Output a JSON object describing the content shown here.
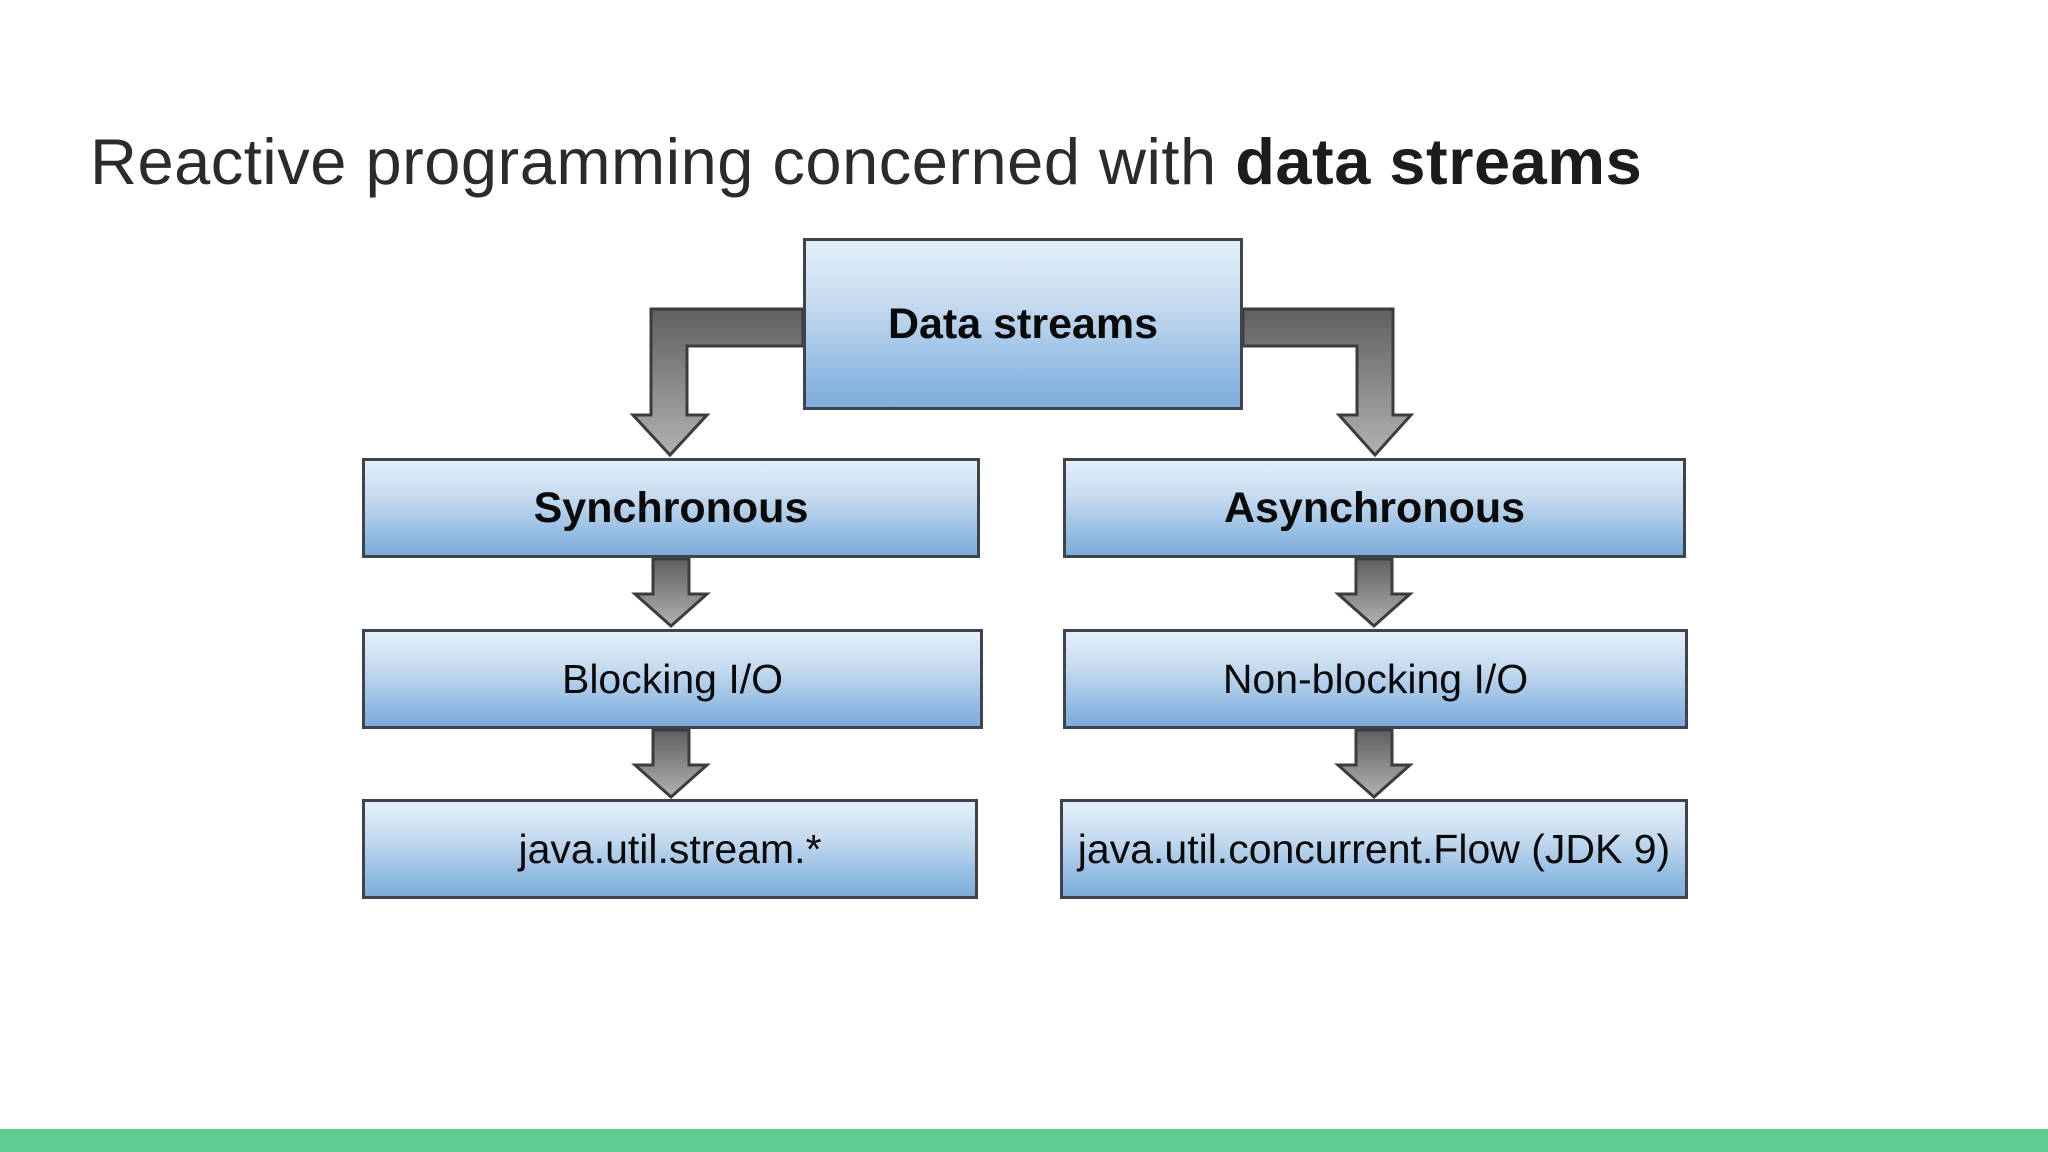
{
  "slide": {
    "title": {
      "regular": "Reactive programming concerned with ",
      "bold": "data streams"
    },
    "diagram": {
      "root": {
        "label": "Data streams"
      },
      "branches": [
        {
          "top": "Synchronous",
          "middle": "Blocking I/O",
          "bottom": "java.util.stream.*"
        },
        {
          "top": "Asynchronous",
          "middle": "Non-blocking I/O",
          "bottom": "java.util.concurrent.Flow (JDK 9)"
        }
      ]
    },
    "colors": {
      "box_gradient_top": "#e3f0fa",
      "box_gradient_bottom": "#7eacd9",
      "box_border": "#3e434c",
      "arrow_gradient_top": "#5f5f5f",
      "arrow_gradient_bottom": "#b2b2b2",
      "arrow_border": "#3c3c3c",
      "accent_green": "#5fcc91",
      "title_color": "#2b2b2b",
      "background": "#ffffff"
    }
  }
}
